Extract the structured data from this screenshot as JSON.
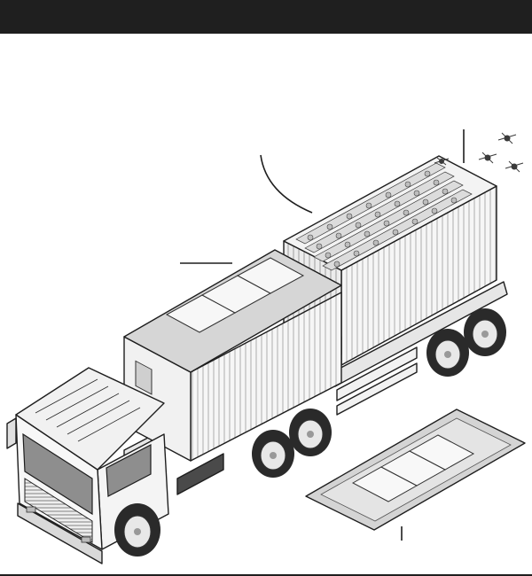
{
  "colors": {
    "header": "#1f1f1f",
    "outline": "#1e1e1e",
    "panel": "#f4f4f4",
    "roof_gray": "#cfcfcf",
    "dark_glass": "#8e8e8e",
    "tire": "#2a2a2a"
  },
  "components": {
    "truck_cab": "truck-icon",
    "front_container": "container-with-solar-roof",
    "rear_container": "battery-rack-container",
    "ground_panel": "solar-mat-icon",
    "flying_units": "drone-icon"
  },
  "callouts": [
    {
      "id": "arc-pointer"
    },
    {
      "id": "roof-pointer"
    },
    {
      "id": "battery-pointer"
    },
    {
      "id": "panel-pointer"
    }
  ]
}
